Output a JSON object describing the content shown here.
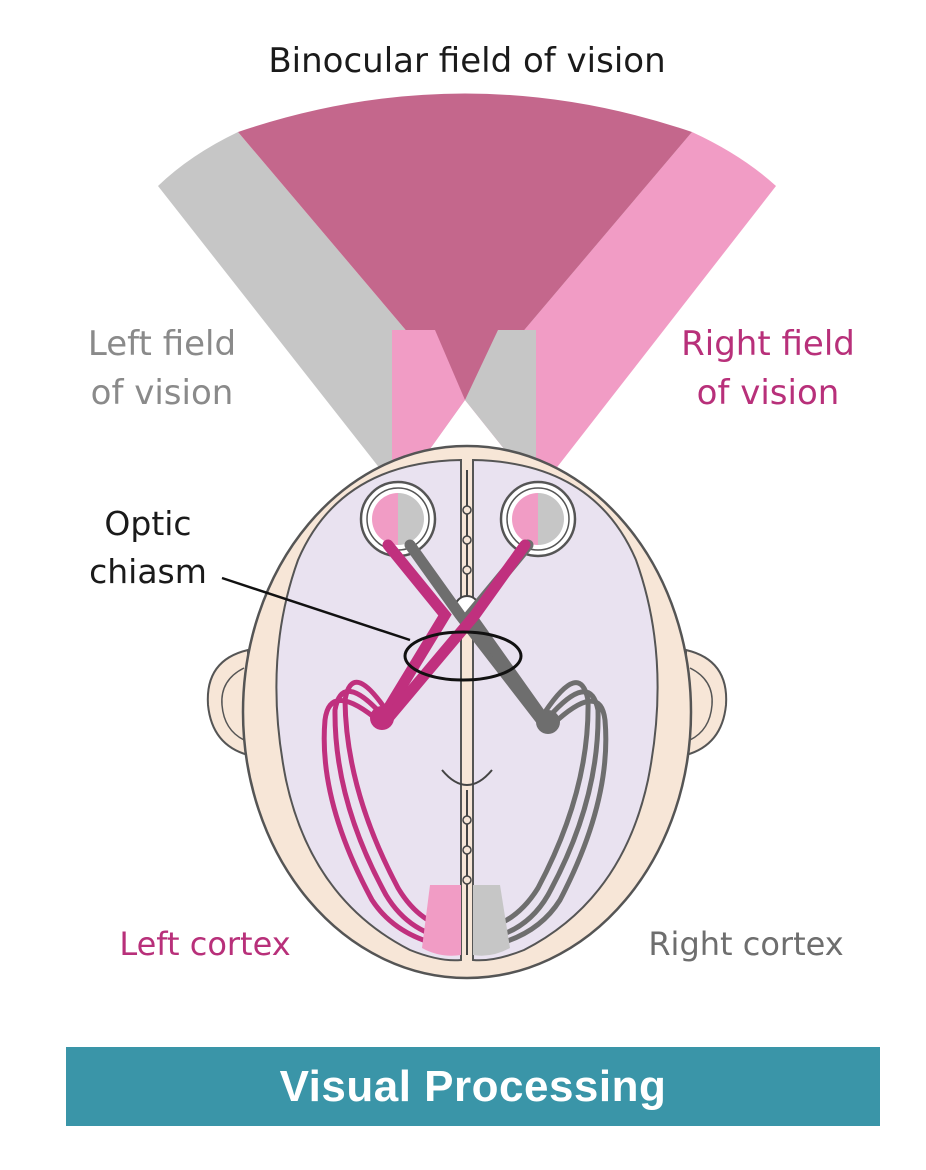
{
  "labels": {
    "binocular": "Binocular field of vision",
    "left_field_line1": "Left field",
    "left_field_line2": "of vision",
    "right_field_line1": "Right field",
    "right_field_line2": "of vision",
    "optic_line1": "Optic",
    "optic_line2": "chiasm",
    "left_cortex": "Left cortex",
    "right_cortex": "Right cortex"
  },
  "banner": {
    "title": "Visual Processing"
  },
  "colors": {
    "binocular_field": "#c4678c",
    "left_field": "#c6c6c6",
    "right_field": "#f19cc5",
    "magenta_pathway": "#c0307e",
    "grey_pathway": "#6e6e6e",
    "brain_fill": "#e9e2f0",
    "skull_fill": "#f7e6d7",
    "banner": "#3a95a8",
    "left_label": "#8a8a8a",
    "right_label": "#b8307a"
  }
}
